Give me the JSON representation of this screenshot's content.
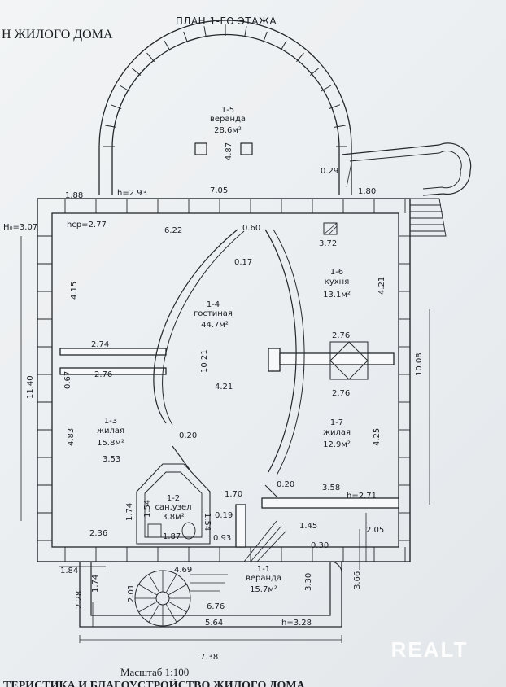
{
  "header": {
    "plan_title": "ПЛАН 1-ГО ЭТАЖА",
    "doc_title": "Н ЖИЛОГО ДОМА"
  },
  "rooms": [
    {
      "id": "1-5",
      "name": "веранда",
      "area": "28.6м²",
      "dim": "4.87"
    },
    {
      "id": "1-4",
      "name": "гостиная",
      "area": "44.7м²"
    },
    {
      "id": "1-6",
      "name": "кухня",
      "area": "13.1м²"
    },
    {
      "id": "1-3",
      "name": "жилая",
      "area": "15.8м²"
    },
    {
      "id": "1-7",
      "name": "жилая",
      "area": "12.9м²"
    },
    {
      "id": "1-2",
      "name": "сан.узел",
      "area": "3.8м²"
    },
    {
      "id": "1-1",
      "name": "веранда",
      "area": "15.7м²"
    }
  ],
  "dimensions": {
    "d_188": "1.88",
    "h_293": "h=2.93",
    "d_705": "7.05",
    "d_180": "1.80",
    "d_029": "0.29",
    "h0_307": "H₀=3.07",
    "hcp_277": "hср=2.77",
    "d_622": "6.22",
    "d_060": "0.60",
    "d_372": "3.72",
    "d_017": "0.17",
    "d_415": "4.15",
    "d_421a": "4.21",
    "d_274": "2.74",
    "d_276a": "2.76",
    "d_276b": "2.76",
    "d_276c": "2.76",
    "d_1021": "10.21",
    "d_421b": "4.21",
    "d_1140": "11.40",
    "d_1008": "10.08",
    "d_067": "0.67",
    "d_483": "4.83",
    "d_353": "3.53",
    "d_020a": "0.20",
    "d_425": "4.25",
    "d_020b": "0.20",
    "d_358": "3.58",
    "h_271": "h=2.71",
    "d_170": "1.70",
    "d_154a": "1.54",
    "d_154b": "1.54",
    "d_174a": "1.74",
    "d_019": "0.19",
    "d_236": "2.36",
    "d_187": "1.87",
    "d_093": "0.93",
    "d_145": "1.45",
    "d_205": "2.05",
    "d_030": "0.30",
    "d_184": "1.84",
    "d_469": "4.69",
    "d_228": "2.28",
    "d_174b": "1.74",
    "d_201": "2.01",
    "d_676": "6.76",
    "d_330": "3.30",
    "d_366": "3.66",
    "d_564": "5.64",
    "h_328": "h=3.28",
    "d_738": "7.38"
  },
  "footer": {
    "scale": "Масштаб 1:100",
    "bottom_text": "ТЕРИСТИКА И БЛАГОУСТРОЙСТВО ЖИЛОГО ДОМА"
  },
  "watermark": "REALT"
}
